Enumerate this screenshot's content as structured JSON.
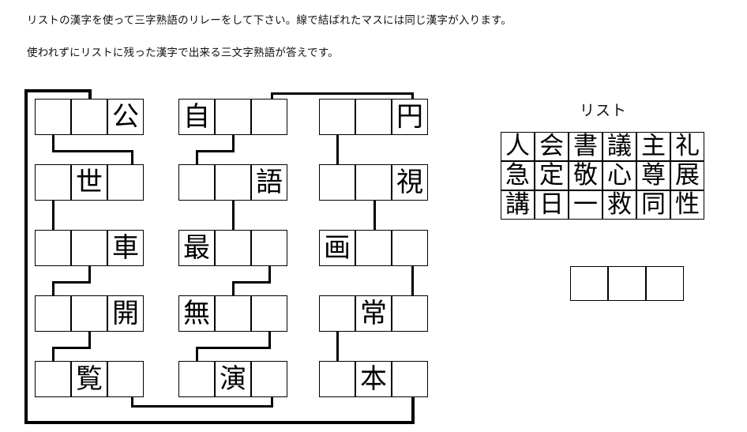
{
  "instructions": {
    "line1": "リストの漢字を使って三字熟語のリレーをして下さい。線で結ばれたマスには同じ漢字が入ります。",
    "line2": "使われずにリストに残った漢字で出来る三文字熟語が答えです。"
  },
  "puzzle": {
    "block_count": 3,
    "row_count": 5,
    "cells_per_row": 3,
    "blocks": [
      {
        "id": "block-1",
        "rows": [
          [
            "",
            "",
            "公"
          ],
          [
            "",
            "世",
            ""
          ],
          [
            "",
            "",
            "車"
          ],
          [
            "",
            "",
            "開"
          ],
          [
            "",
            "覧",
            ""
          ]
        ]
      },
      {
        "id": "block-2",
        "rows": [
          [
            "自",
            "",
            ""
          ],
          [
            "",
            "",
            "語"
          ],
          [
            "最",
            "",
            ""
          ],
          [
            "無",
            "",
            ""
          ],
          [
            "",
            "演",
            ""
          ]
        ]
      },
      {
        "id": "block-3",
        "rows": [
          [
            "",
            "",
            "円"
          ],
          [
            "",
            "",
            "視"
          ],
          [
            "画",
            "",
            ""
          ],
          [
            "",
            "常",
            ""
          ],
          [
            "",
            "本",
            ""
          ]
        ]
      }
    ]
  },
  "list": {
    "title": "リスト",
    "rows": [
      [
        "人",
        "会",
        "書",
        "議",
        "主",
        "礼"
      ],
      [
        "急",
        "定",
        "敬",
        "心",
        "尊",
        "展"
      ],
      [
        "講",
        "日",
        "一",
        "救",
        "同",
        "性"
      ]
    ]
  },
  "answer": {
    "cells": [
      "",
      "",
      ""
    ]
  },
  "colors": {
    "line": "#000000",
    "text": "#111111",
    "background": "#ffffff"
  }
}
